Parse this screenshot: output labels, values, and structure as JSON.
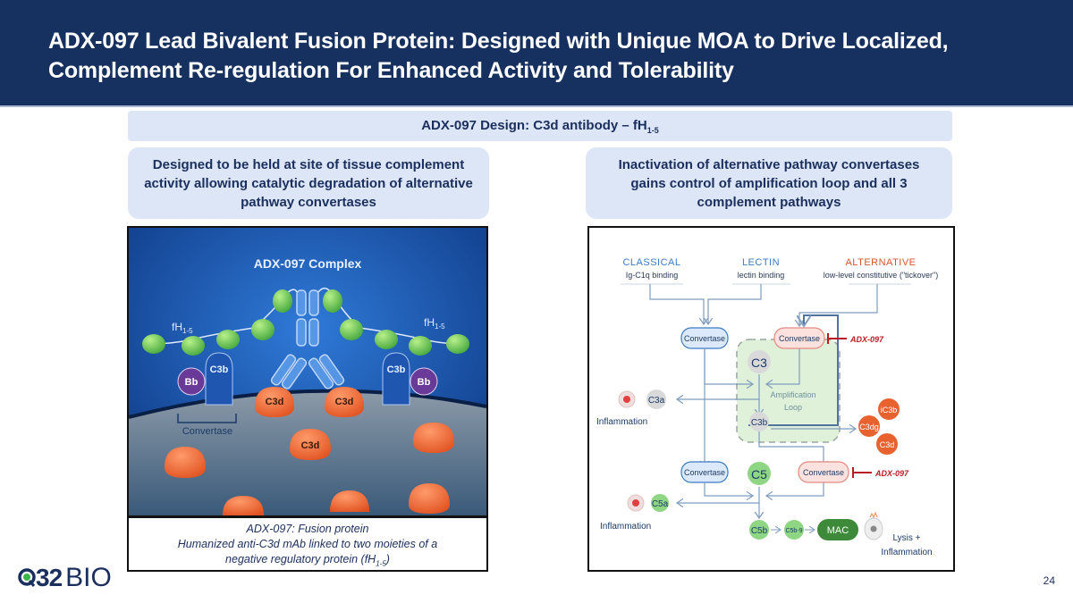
{
  "slide": {
    "title": "ADX-097 Lead Bivalent Fusion Protein: Designed with Unique MOA to Drive Localized, Complement Re-regulation For Enhanced Activity and Tolerability",
    "design_bar": {
      "text": "ADX-097 Design: C3d antibody – fH",
      "subscript": "1-5"
    },
    "callouts": [
      "Designed to be held at site of tissue complement activity allowing catalytic degradation of alternative pathway convertases",
      "Inactivation of alternative pathway convertases gains control of amplification loop and all 3 complement pathways"
    ],
    "page_number": "24"
  },
  "left_figure": {
    "heading": "ADX-097 Complex",
    "fh_label": "fH",
    "fh_sub": "1-5",
    "labels": {
      "c3b": "C3b",
      "bb": "Bb",
      "c3d": "C3d",
      "convertase": "Convertase"
    },
    "caption": {
      "line1": "ADX-097: Fusion protein",
      "line2": "Humanized anti-C3d mAb linked to two moieties of a",
      "line3_prefix": "negative regulatory protein (fH",
      "line3_sub": "1-5",
      "line3_suffix": ")"
    }
  },
  "right_figure": {
    "pathways": [
      {
        "name": "CLASSICAL",
        "trigger": "Ig-C1q binding",
        "color": "#3b7cc4"
      },
      {
        "name": "LECTIN",
        "trigger": "lectin binding",
        "color": "#3b7cc4"
      },
      {
        "name": "ALTERNATIVE",
        "trigger": "low-level constitutive (\"tickover\")",
        "color": "#d4562b"
      }
    ],
    "nodes": {
      "convertase": "Convertase",
      "c3": "C3",
      "c3a": "C3a",
      "c3b": "C3b",
      "amplification_loop_1": "Amplification",
      "amplification_loop_2": "Loop",
      "ic3b": "iC3b",
      "c3dg": "C3dg",
      "c3d": "C3d",
      "c5": "C5",
      "c5a": "C5a",
      "c5b": "C5b",
      "c5b9": "C5b-9",
      "mac": "MAC",
      "inflammation": "Inflammation",
      "lysis_1": "Lysis +",
      "lysis_2": "Inflammation"
    },
    "inhibitor_label": "ADX-097",
    "colors": {
      "blue_convertase_fill": "#dce9fa",
      "blue_convertase_stroke": "#3b7cc4",
      "pink_convertase_fill": "#fbe2df",
      "pink_convertase_stroke": "#e48a80",
      "loop_fill": "#dff1d8",
      "inhibitor": "#b81d24",
      "orange": "#e8622f",
      "green": "#8fd684",
      "mac_green": "#3d8a3a"
    }
  },
  "logo": {
    "mark": "Q32",
    "text": "BIO"
  }
}
